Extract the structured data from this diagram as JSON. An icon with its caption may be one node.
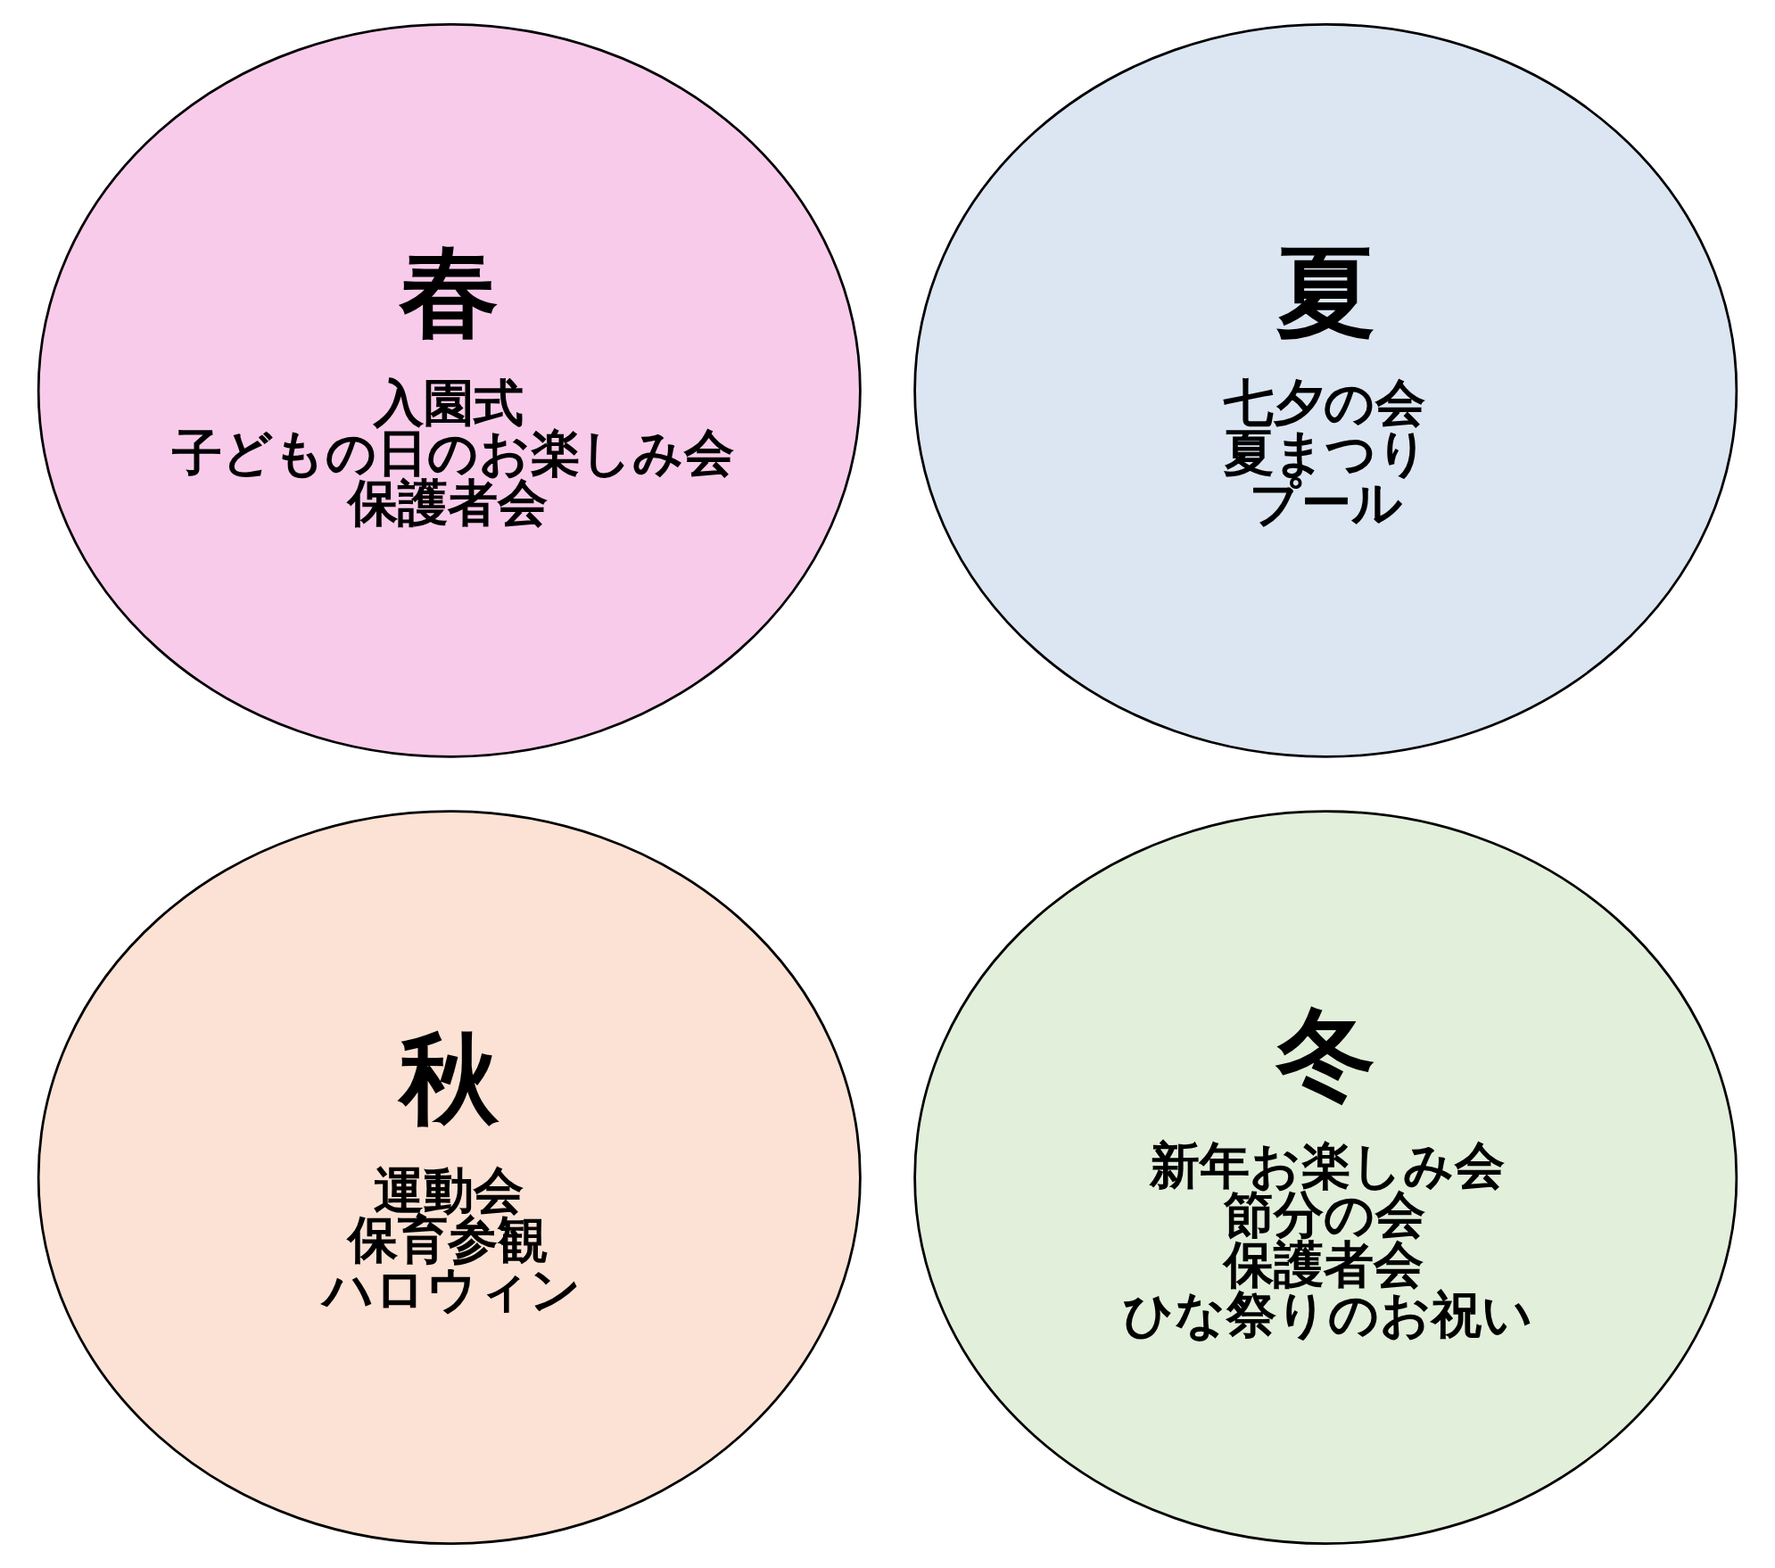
{
  "diagram": {
    "nodes": [
      {
        "text": [
          "春",
          "入園式",
          "子どもの日のお楽しみ会",
          "保護者会"
        ]
      },
      {
        "text": [
          "夏",
          "七夕の会",
          "夏まつり",
          "プール"
        ]
      },
      {
        "text": [
          "秋",
          "運動会",
          "保育参観",
          "ハロウィン"
        ]
      },
      {
        "text": [
          "冬",
          "新年お楽しみ会",
          "節分の会",
          "保護者会",
          "ひな祭りのお祝い"
        ]
      }
    ]
  }
}
